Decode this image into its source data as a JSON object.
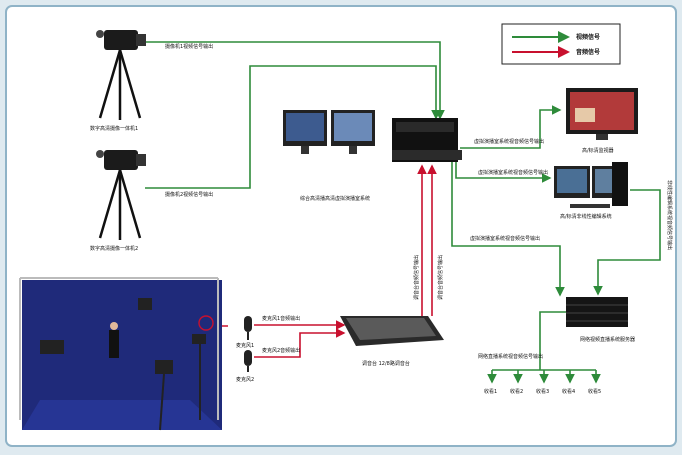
{
  "legend": {
    "video": "视频信号",
    "audio": "音频信号"
  },
  "colors": {
    "video": "#2e8b3a",
    "audio": "#c8102e",
    "frame": "#ffffff",
    "border": "#8fb3c7",
    "backdrop": "#1f2a7a"
  },
  "devices": {
    "camera1": "数字高清摄像一体机1",
    "camera2": "数字高清摄像一体机2",
    "main_system": "综合高清播高清虚拟演播室系统",
    "monitor": "高/标清监视器",
    "editing": "高/标清非线性编辑系统",
    "server": "网络视频直播系统服务器",
    "mixer": "调音台 12/8路调音台",
    "mic1": "麦克风1",
    "mic2": "麦克风2"
  },
  "signals": {
    "cam1_out": "摄像机1视频信号输出",
    "cam2_out": "摄像机2视频信号输出",
    "mic1_out": "麦克风1音频输出",
    "mic2_out": "麦克风2音频输出",
    "to_monitor": "虚拟演播室系统视音频信号输出",
    "to_editing": "虚拟演播室系统视音频信号输出",
    "to_server": "虚拟演播室系统视音频信号输出",
    "mixer_up1": "调音台音频信号输出",
    "mixer_up2": "调音台音频信号输出",
    "vertical_right": "非线性编辑系统视音频信号输出",
    "server_out": "网络直播系统视音频信号输出"
  },
  "clients": [
    "收看1",
    "收看2",
    "收看3",
    "收看4",
    "收看5"
  ]
}
